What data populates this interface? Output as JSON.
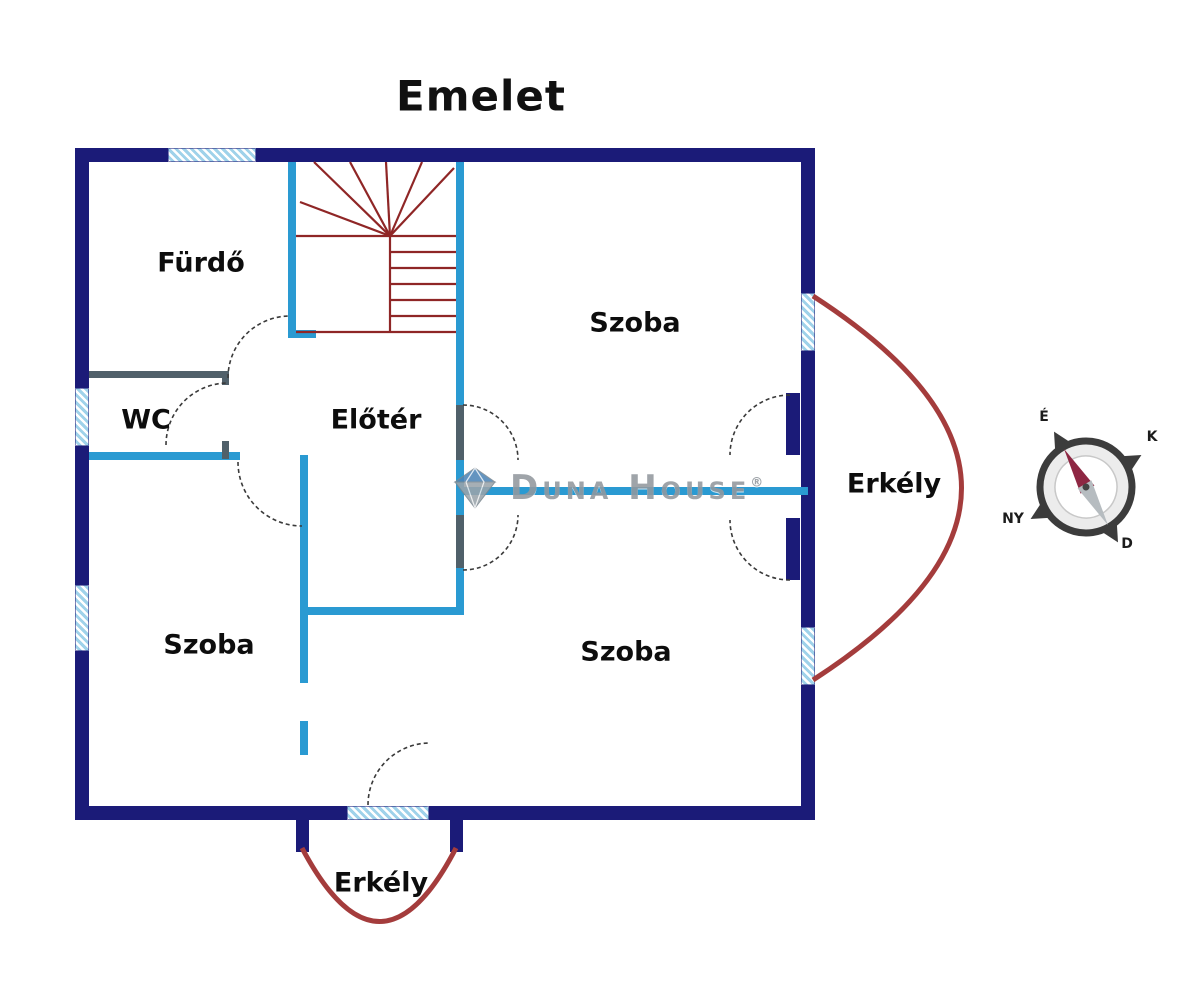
{
  "title": "Emelet",
  "rooms": {
    "furdo": "Fürdő",
    "wc": "WC",
    "eloter": "Előtér",
    "szoba_top_right": "Szoba",
    "erkely_right": "Erkély",
    "szoba_bottom_left": "Szoba",
    "szoba_bottom_right": "Szoba",
    "erkely_bottom": "Erkély"
  },
  "compass": {
    "north": "É",
    "east": "K",
    "south": "D",
    "west": "NY"
  },
  "watermark": {
    "brand": "Duna House",
    "registered": "®"
  },
  "colors": {
    "outer_wall": "#1b1b78",
    "partition_wall": "#2a9ad2",
    "light_wall": "#50606a",
    "stairs": "#8f2626",
    "balcony_line": "#a43c3c",
    "window_hatch": "#9fd2ea",
    "compass_needle_north": "#8e2743",
    "compass_needle_south": "#b6bcc0",
    "watermark_gray": "#92989e",
    "watermark_blue": "#4e86b8"
  }
}
